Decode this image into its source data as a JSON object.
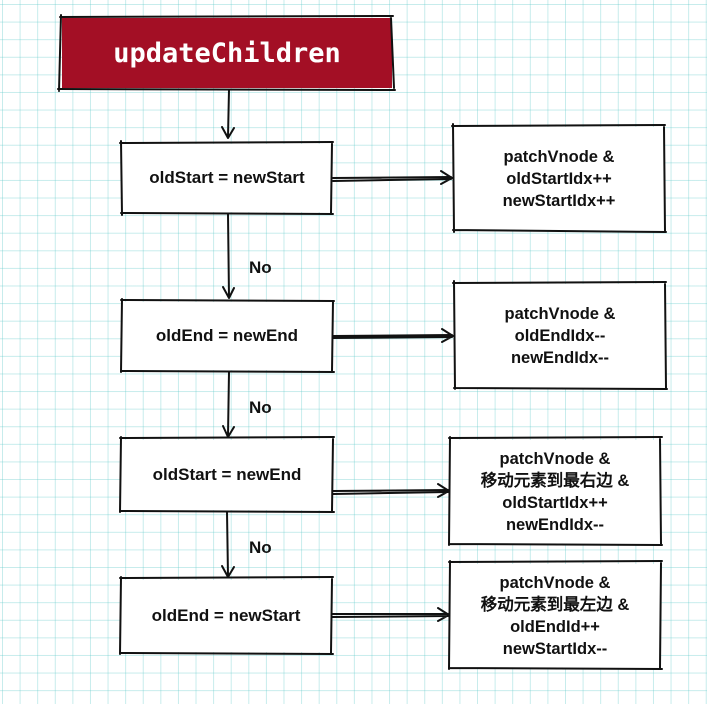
{
  "title": "updateChildren",
  "steps": [
    {
      "condition": "oldStart = newStart",
      "no_label": "No",
      "actions": [
        "patchVnode &",
        "oldStartIdx++",
        "newStartIdx++"
      ]
    },
    {
      "condition": "oldEnd = newEnd",
      "no_label": "No",
      "actions": [
        "patchVnode &",
        "oldEndIdx--",
        "newEndIdx--"
      ]
    },
    {
      "condition": "oldStart = newEnd",
      "no_label": "No",
      "actions": [
        "patchVnode &",
        "移动元素到最右边 &",
        "oldStartIdx++",
        "newEndIdx--"
      ]
    },
    {
      "condition": "oldEnd = newStart",
      "actions": [
        "patchVnode &",
        "移动元素到最左边 &",
        "oldEndId++",
        "newStartIdx--"
      ]
    }
  ],
  "colors": {
    "title_fill": "#a30f25",
    "title_text": "#ffffff",
    "grid": "#5cc8c8",
    "stroke": "#111111"
  }
}
